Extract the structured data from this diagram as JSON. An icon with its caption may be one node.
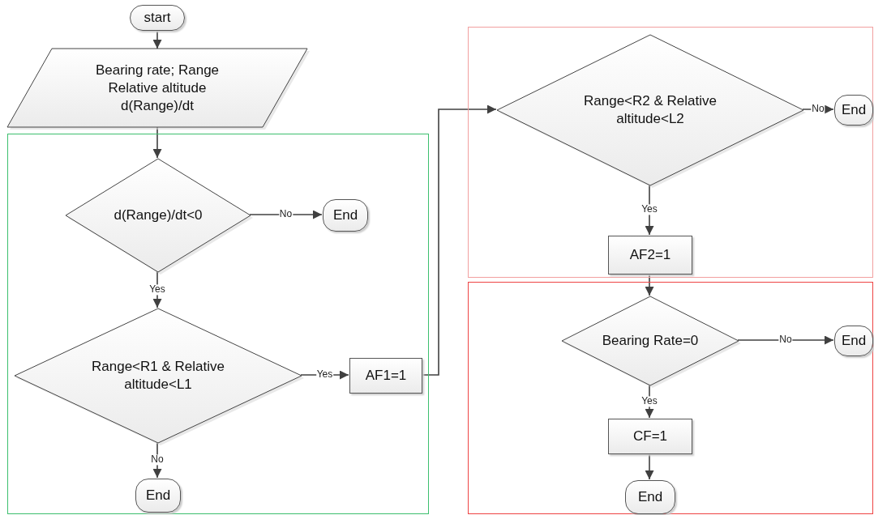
{
  "diagram": {
    "nodes": [
      {
        "text": [
          "start"
        ]
      },
      {
        "text": [
          "Bearing rate; Range Relative altitude d(Range)/dt"
        ]
      },
      {
        "text": [],
        "shape": "box"
      },
      {
        "text": [
          "d(Range)/dt<0"
        ],
        "in": 2
      },
      {
        "text": [
          "End"
        ],
        "in": 2
      },
      {
        "text": [
          "Range<R1 & Relative altitude<L1"
        ],
        "in": 2
      },
      {
        "text": [
          "AF1=1"
        ],
        "in": 2
      },
      {
        "text": [
          "End"
        ],
        "in": 2
      },
      {
        "text": [],
        "shape": "box"
      },
      {
        "text": [
          "Range<R2 & Relative altitude<L2"
        ],
        "in": 8
      },
      {
        "text": [
          "End"
        ],
        "in": 8
      },
      {
        "text": [
          "AF2=1"
        ],
        "in": 8
      },
      {
        "text": [],
        "shape": "box"
      },
      {
        "text": [
          "Bearing Rate=0"
        ],
        "in": 12
      },
      {
        "text": [
          "End"
        ],
        "in": 12
      },
      {
        "text": [
          "CF=1"
        ],
        "in": 12
      },
      {
        "text": [
          "End"
        ],
        "in": 12
      }
    ],
    "edges": [
      {
        "from": 0,
        "to": 1,
        "arrow": "to"
      },
      {
        "from": 1,
        "to": 3,
        "arrow": "to"
      },
      {
        "from": 3,
        "to": 4,
        "arrow": "to",
        "label": "No"
      },
      {
        "from": 3,
        "to": 5,
        "arrow": "to",
        "label": "Yes"
      },
      {
        "from": 5,
        "to": 6,
        "arrow": "to",
        "label": "Yes"
      },
      {
        "from": 5,
        "to": 7,
        "arrow": "to",
        "label": "No"
      },
      {
        "from": 6,
        "to": 9,
        "arrow": "to"
      },
      {
        "from": 9,
        "to": 10,
        "arrow": "to",
        "label": "No"
      },
      {
        "from": 9,
        "to": 11,
        "arrow": "to",
        "label": "Yes"
      },
      {
        "from": 11,
        "to": 13,
        "arrow": "to"
      },
      {
        "from": 13,
        "to": 14,
        "arrow": "to",
        "label": "No"
      },
      {
        "from": 13,
        "to": 15,
        "arrow": "to",
        "label": "Yes"
      },
      {
        "from": 15,
        "to": 16,
        "arrow": "to"
      }
    ]
  }
}
